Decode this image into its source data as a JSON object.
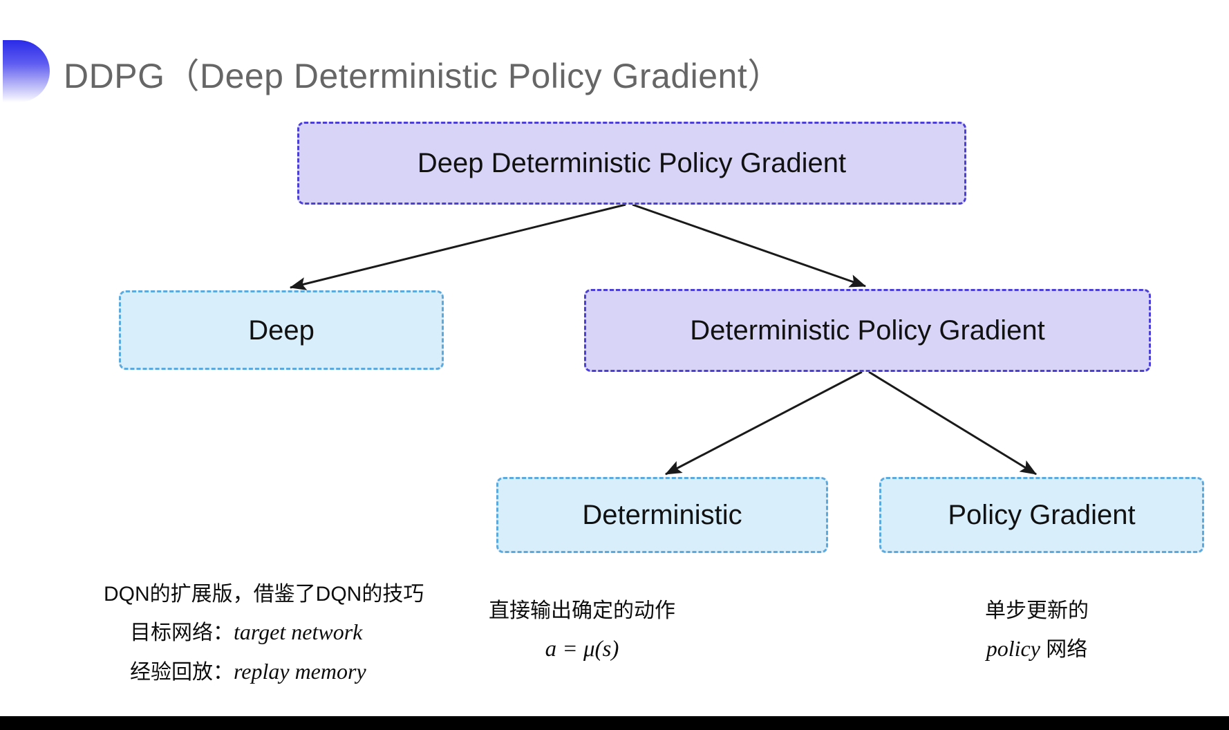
{
  "slide": {
    "title": "DDPG（Deep Deterministic Policy Gradient）",
    "background_color": "#ffffff",
    "title_color": "#666666",
    "accent_gradient_start": "#2a2ae8",
    "accent_gradient_end": "#ffffff",
    "bottom_bar_color": "#000000"
  },
  "diagram": {
    "type": "tree",
    "node_colors": {
      "purple_fill": "#d8d4f8",
      "purple_border": "#4b3fd6",
      "cyan_fill": "#d8eefb",
      "cyan_border": "#5ca9de",
      "arrow_color": "#1a1a1a"
    },
    "nodes": [
      {
        "id": "root",
        "label": "Deep Deterministic Policy Gradient",
        "style": "purple",
        "level": 0
      },
      {
        "id": "deep",
        "label": "Deep",
        "style": "cyan",
        "level": 1
      },
      {
        "id": "dpg",
        "label": "Deterministic Policy Gradient",
        "style": "purple",
        "level": 1
      },
      {
        "id": "deterministic",
        "label": "Deterministic",
        "style": "cyan",
        "level": 2
      },
      {
        "id": "policy_gradient",
        "label": "Policy Gradient",
        "style": "cyan",
        "level": 2
      }
    ],
    "edges": [
      {
        "from": "root",
        "to": "deep"
      },
      {
        "from": "root",
        "to": "dpg"
      },
      {
        "from": "dpg",
        "to": "deterministic"
      },
      {
        "from": "dpg",
        "to": "policy_gradient"
      }
    ]
  },
  "captions": {
    "deep": {
      "line1": "DQN的扩展版，借鉴了DQN的技巧",
      "line2_label": "目标网络：",
      "line2_term": "target network",
      "line3_label": "经验回放：",
      "line3_term": "replay memory"
    },
    "deterministic": {
      "line1": "直接输出确定的动作",
      "line2_formula": "a = μ(s)"
    },
    "policy_gradient": {
      "line1": "单步更新的",
      "line2_term": "policy",
      "line2_suffix": " 网络"
    }
  }
}
